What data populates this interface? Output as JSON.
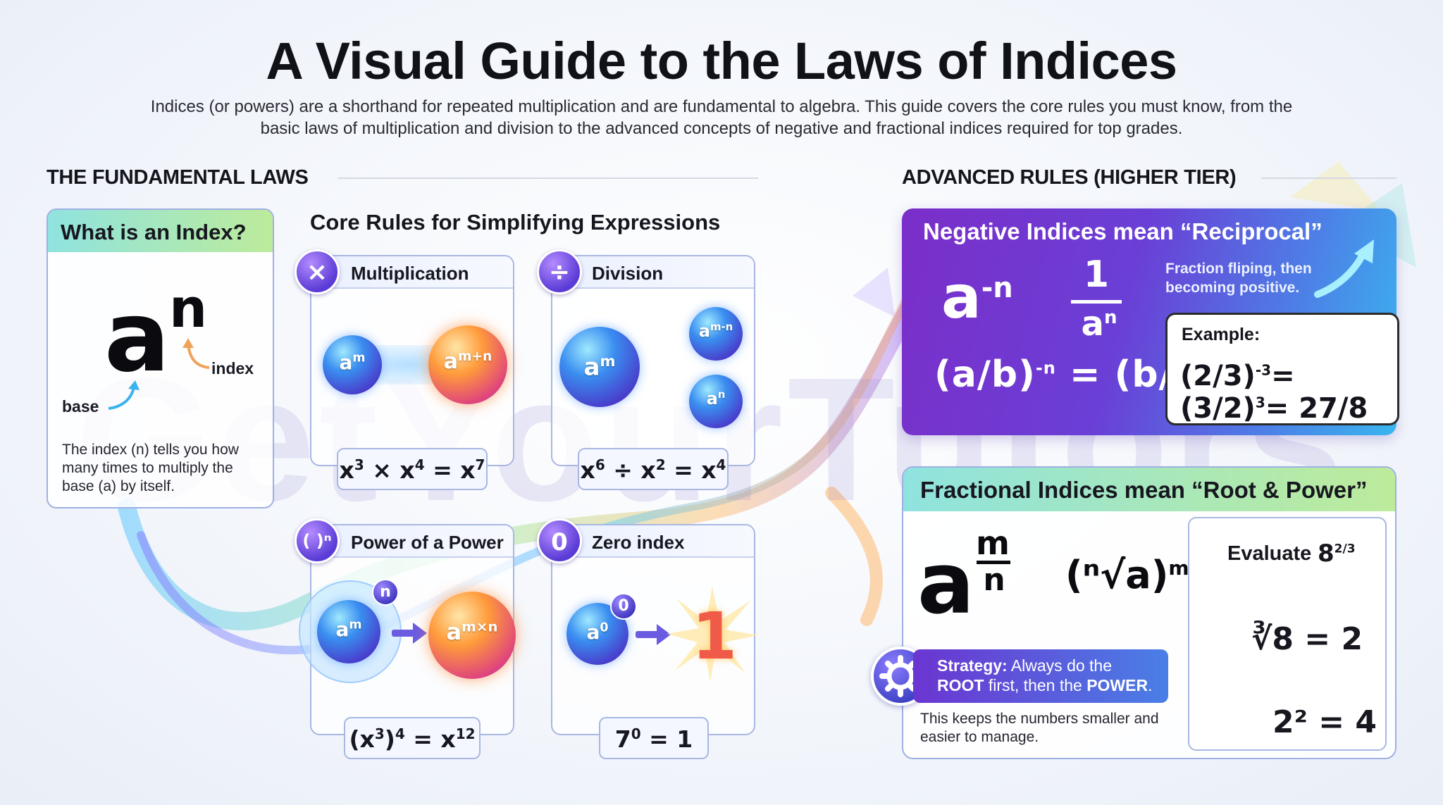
{
  "title": "A Visual Guide to the Laws of Indices",
  "subtitle": "Indices (or powers) are a shorthand for repeated multiplication and are fundamental to algebra. This guide covers the core rules you must know, from the basic laws of multiplication and division to the advanced concepts of negative and fractional indices required for top grades.",
  "watermark": "GetYourTutors",
  "sections": {
    "fundamental": "THE FUNDAMENTAL LAWS",
    "advanced": "ADVANCED RULES (HIGHER TIER)"
  },
  "index_card": {
    "title": "What is an Index?",
    "base_symbol": "a",
    "index_symbol": "n",
    "base_label": "base",
    "index_label": "index",
    "description": "The index (n) tells you how many times to multiply the base (a) by itself."
  },
  "core_rules_title": "Core Rules for Simplifying Expressions",
  "rules": {
    "multiplication": {
      "title": "Multiplication",
      "icon": "×",
      "example": "x³ × x⁴ = x⁷"
    },
    "division": {
      "title": "Division",
      "icon": "÷",
      "example": "x⁶ ÷ x² = x⁴"
    },
    "power": {
      "title": "Power of a Power",
      "icon": "( )ⁿ",
      "example": "(x³)⁴ = x¹²"
    },
    "zero": {
      "title": "Zero index",
      "icon": "0",
      "example": "7⁰ = 1",
      "result": "1"
    }
  },
  "negative": {
    "title": "Negative Indices mean “Reciprocal”",
    "note": "Fraction fliping, then becoming positive.",
    "example_label": "Example:"
  },
  "fractional": {
    "title": "Fractional Indices mean “Root & Power”",
    "strategy_label": "Strategy:",
    "strategy_text_1": "Always do the",
    "strategy_root": "ROOT",
    "strategy_text_2": "first, then the",
    "strategy_power": "POWER",
    "keep_note": "This keeps the numbers smaller and easier to manage.",
    "evaluate_label": "Evaluate",
    "step1": "∛8 = 2",
    "step2": "2² = 4"
  },
  "colors": {
    "accent_purple": "#6b35d1",
    "accent_blue": "#39b6ef",
    "header_gradient_start": "#8fe3df",
    "header_gradient_end": "#bdeb9b",
    "card_border": "#a9b7e2"
  }
}
